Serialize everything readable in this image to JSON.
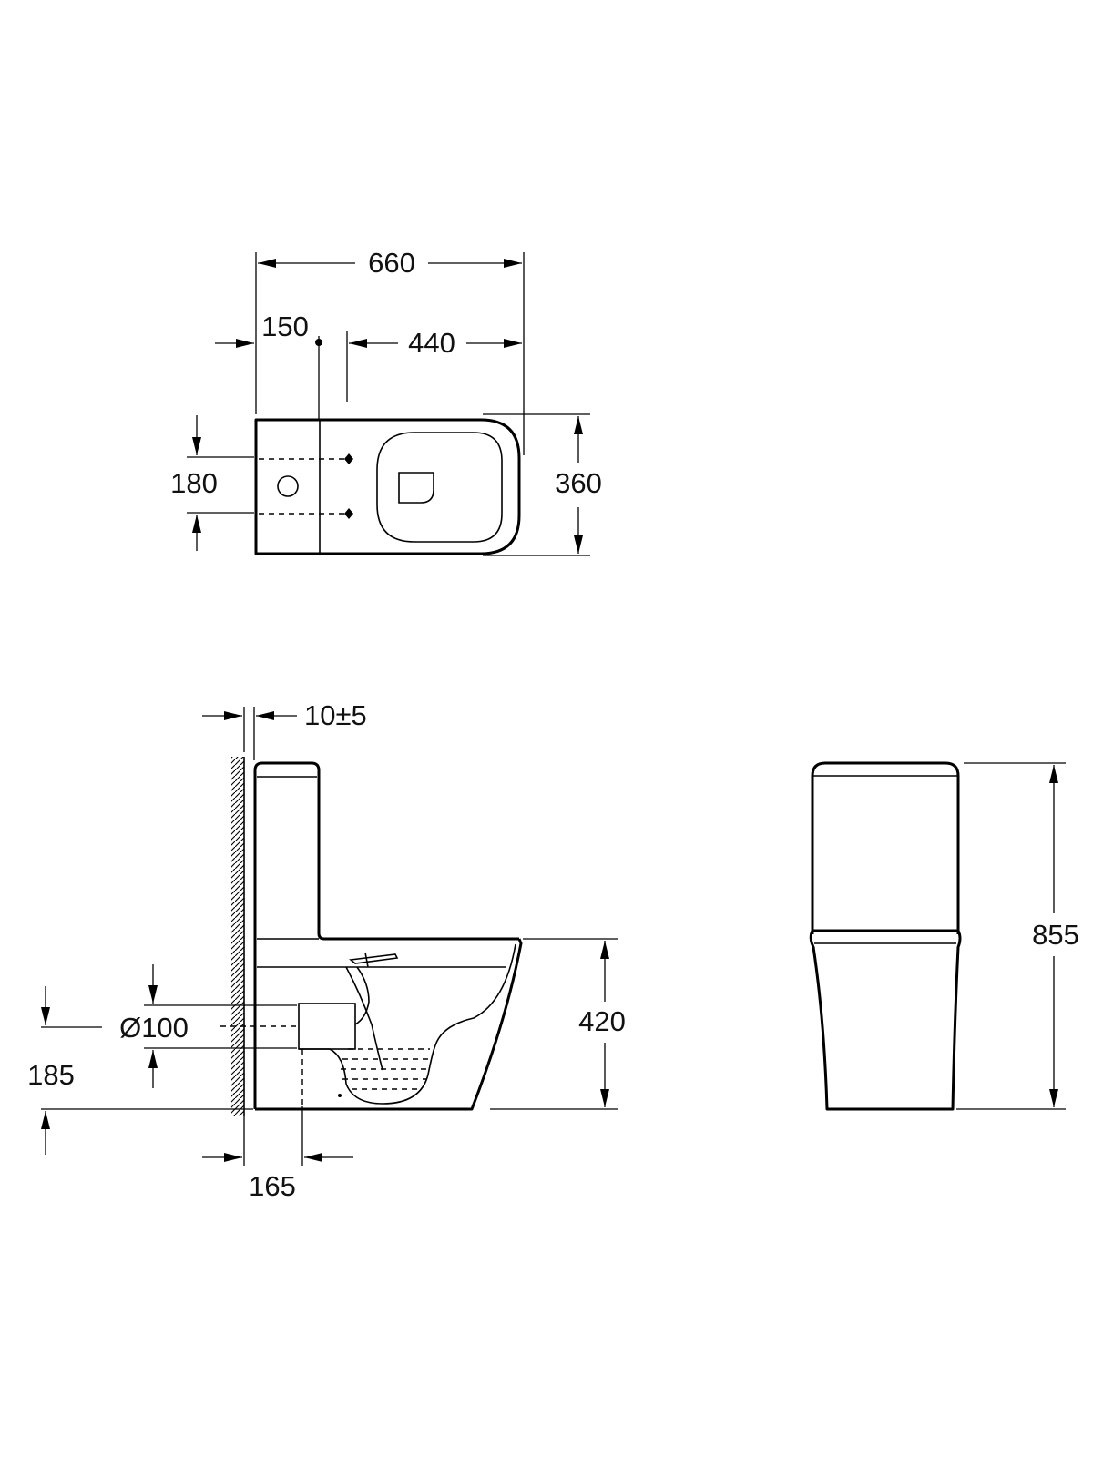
{
  "dimensions": {
    "plan_overall_length": "660",
    "plan_rough_in": "150",
    "plan_front_projection": "440",
    "plan_fixing_spacing": "180",
    "plan_overall_width": "360",
    "side_wall_gap": "10±5",
    "side_outlet_diameter": "Ø100",
    "side_outlet_height": "185",
    "side_outlet_offset": "165",
    "side_seat_height": "420",
    "front_overall_height": "855"
  },
  "colors": {
    "line": "#000000",
    "background": "#ffffff",
    "text": "#111111"
  }
}
